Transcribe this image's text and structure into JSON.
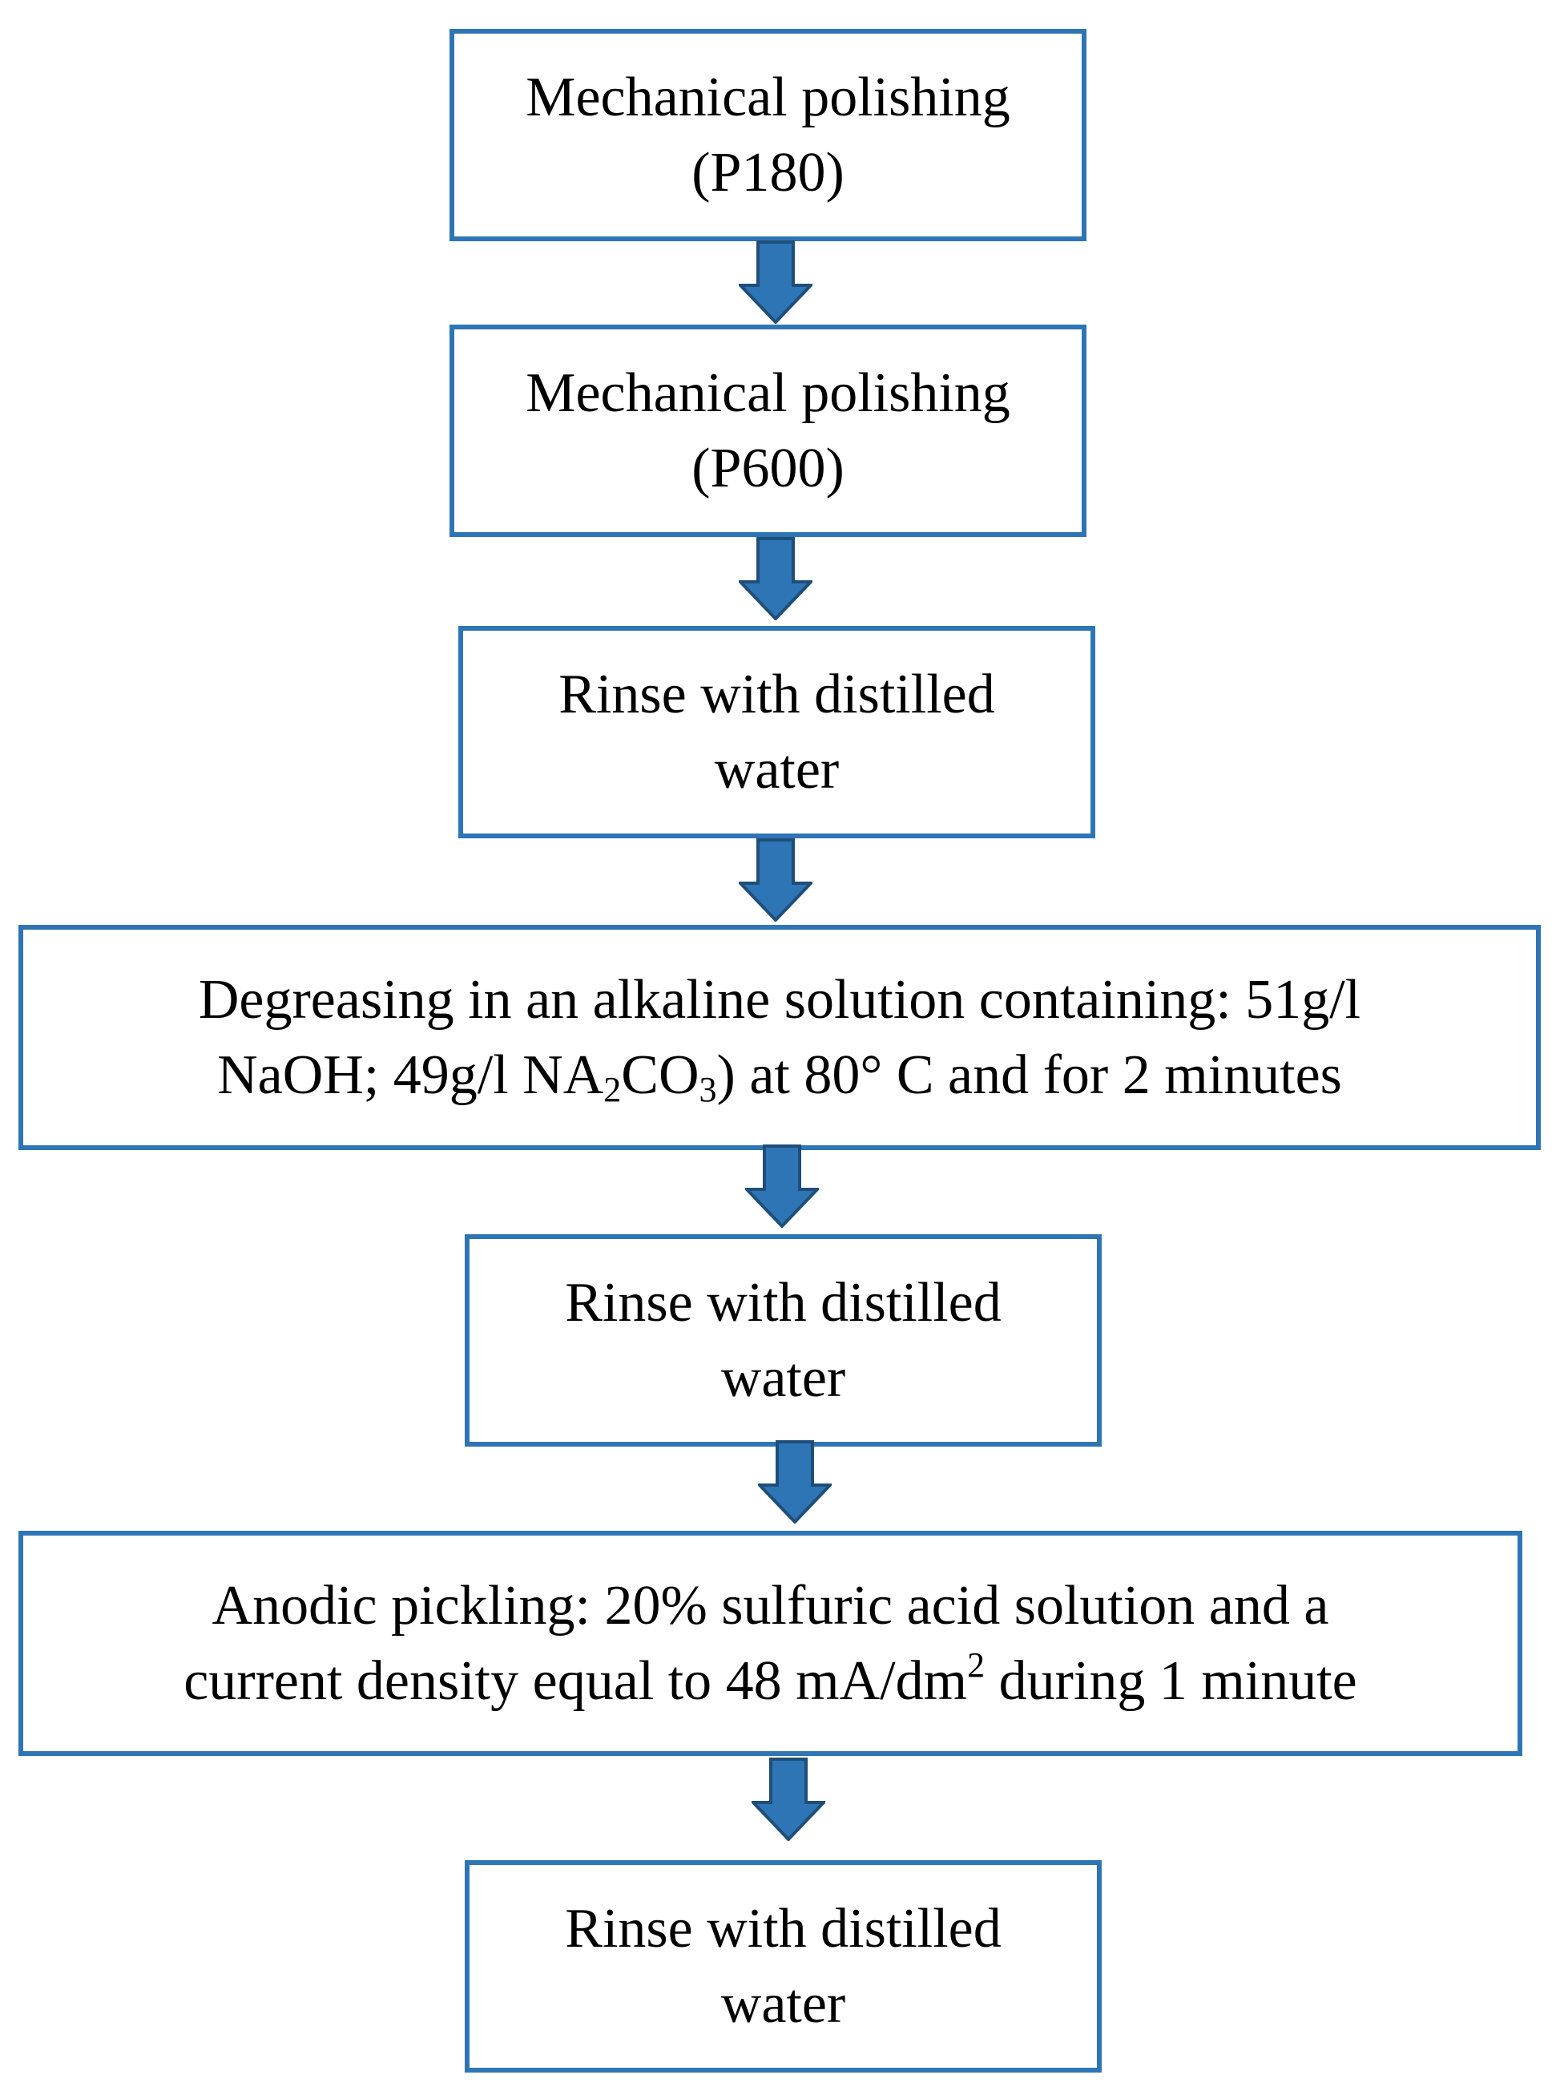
{
  "colors": {
    "box_border": "#2e75b6",
    "arrow_fill": "#2e75b6",
    "arrow_stroke": "#1f4e79",
    "text": "#000000"
  },
  "steps": [
    {
      "line1": "Mechanical polishing",
      "line2": "(P180)"
    },
    {
      "line1": "Mechanical polishing",
      "line2": "(P600)"
    },
    {
      "line1": "Rinse with distilled",
      "line2": "water"
    },
    {
      "line1": "Degreasing in an alkaline solution containing: 51g/l",
      "line2_a": "NaOH; 49g/l NA",
      "line2_sub1": "2",
      "line2_b": "CO",
      "line2_sub2": "3",
      "line2_c": ") at 80° C and for 2 minutes"
    },
    {
      "line1": "Rinse with distilled",
      "line2": "water"
    },
    {
      "line1": "Anodic pickling: 20% sulfuric acid solution and a",
      "line2_a": "current density equal to 48 mA/dm",
      "line2_sup": "2",
      "line2_b": " during 1 minute"
    },
    {
      "line1": "Rinse with distilled",
      "line2": "water"
    }
  ]
}
